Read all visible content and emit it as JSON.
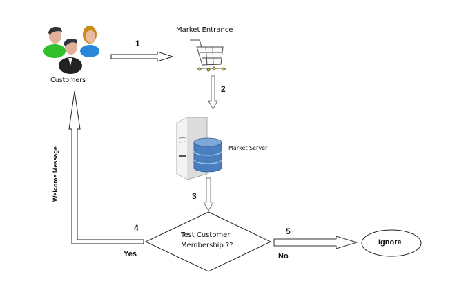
{
  "diagram": {
    "nodes": {
      "customers": {
        "label": "Customers",
        "icon": "people-group-icon"
      },
      "market_entrance": {
        "label": "Market Entrance",
        "icon": "shopping-cart-icon"
      },
      "market_server": {
        "label": "Market Server",
        "icon": "server-database-icon"
      },
      "decision": {
        "line1": "Test Customer",
        "line2": "Membership ??"
      },
      "ignore": {
        "label": "Ignore"
      }
    },
    "edges": [
      {
        "id": "1",
        "from": "customers",
        "to": "market_entrance",
        "step": "1"
      },
      {
        "id": "2",
        "from": "market_entrance",
        "to": "market_server",
        "step": "2"
      },
      {
        "id": "3",
        "from": "market_server",
        "to": "decision",
        "step": "3"
      },
      {
        "id": "4",
        "from": "decision",
        "to": "customers",
        "step": "4",
        "condition": "Yes",
        "message": "Welcome Message"
      },
      {
        "id": "5",
        "from": "decision",
        "to": "ignore",
        "step": "5",
        "condition": "No"
      }
    ],
    "colors": {
      "stroke": "#222222",
      "person_green": "#2fbf2a",
      "person_blue": "#2a86d8",
      "person_suit": "#222222",
      "hair_blonde": "#c98a1a",
      "db_blue": "#4a7fbf",
      "server_gray": "#dcdcdc",
      "wheel_yellow": "#d8d020"
    }
  }
}
